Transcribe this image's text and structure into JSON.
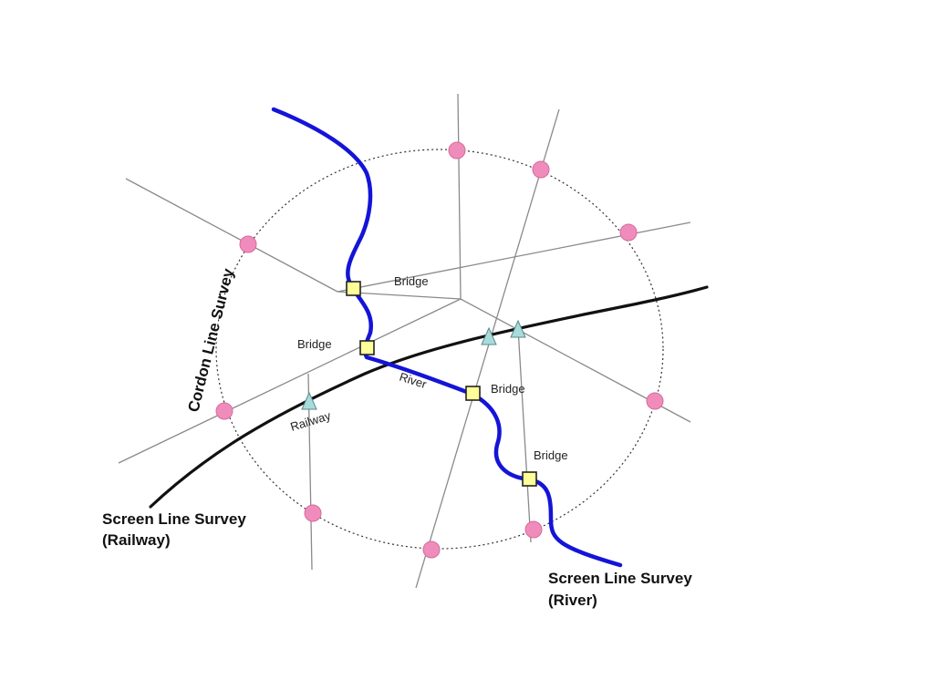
{
  "labels": {
    "cordon": "Cordon Line Survey",
    "railway_survey_line1": "Screen Line Survey",
    "railway_survey_line2": "(Railway)",
    "river_survey_line1": "Screen Line Survey",
    "river_survey_line2": "(River)",
    "river": "River",
    "railway": "Railway",
    "bridge": "Bridge"
  },
  "colors": {
    "river": "#1414d8",
    "railway": "#111111",
    "cordon_point": "#f08cbc",
    "bridge_point": "#ffff99",
    "rail_point": "#a8dcdc"
  }
}
